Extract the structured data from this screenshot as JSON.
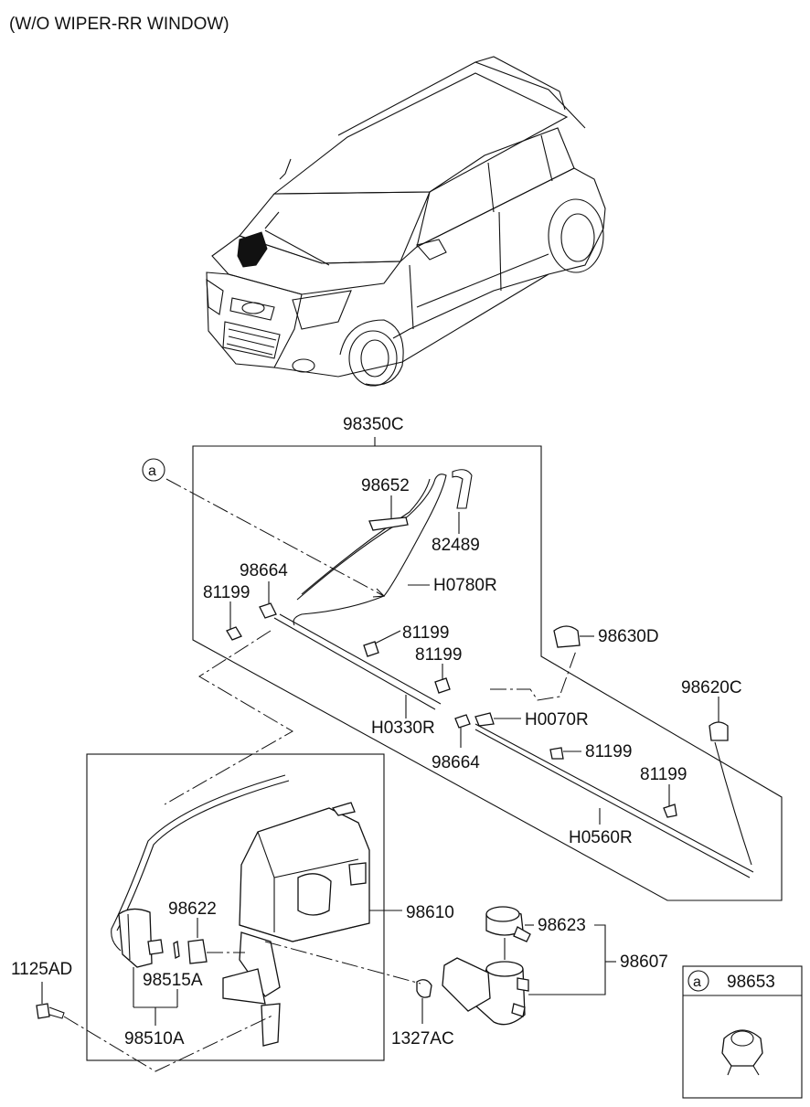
{
  "header": {
    "title": "(W/O WIPER-RR WINDOW)"
  },
  "callouts": {
    "marker": "a",
    "part_98350C": "98350C",
    "part_98652": "98652",
    "part_82489": "82489",
    "part_98664_top": "98664",
    "part_H0780R": "H0780R",
    "part_81199_1": "81199",
    "part_81199_2": "81199",
    "part_81199_3": "81199",
    "part_81199_4": "81199",
    "part_81199_5": "81199",
    "part_98630D": "98630D",
    "part_98620C": "98620C",
    "part_H0330R": "H0330R",
    "part_H0070R": "H0070R",
    "part_98664_bottom": "98664",
    "part_H0560R": "H0560R",
    "part_98622": "98622",
    "part_98610": "98610",
    "part_98623": "98623",
    "part_98607": "98607",
    "part_1125AD": "1125AD",
    "part_98515A": "98515A",
    "part_98510A": "98510A",
    "part_1327AC": "1327AC"
  },
  "inset": {
    "marker": "a",
    "part": "98653"
  }
}
